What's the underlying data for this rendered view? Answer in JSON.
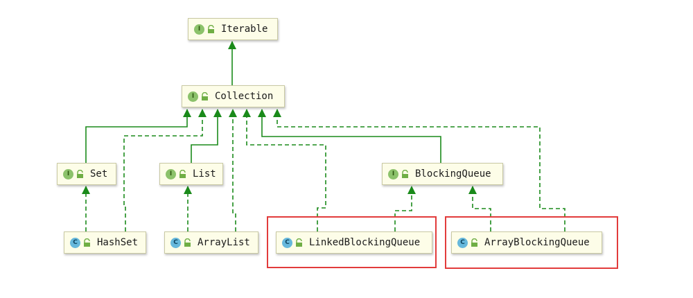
{
  "diagram": {
    "nodes": {
      "iterable": {
        "label": "Iterable",
        "kind": "I"
      },
      "collection": {
        "label": "Collection",
        "kind": "I"
      },
      "set": {
        "label": "Set",
        "kind": "I"
      },
      "list": {
        "label": "List",
        "kind": "I"
      },
      "blockingqueue": {
        "label": "BlockingQueue",
        "kind": "I"
      },
      "hashset": {
        "label": "HashSet",
        "kind": "C"
      },
      "arraylist": {
        "label": "ArrayList",
        "kind": "C"
      },
      "linkedblockingqueue": {
        "label": "LinkedBlockingQueue",
        "kind": "C"
      },
      "arrayblockingqueue": {
        "label": "ArrayBlockingQueue",
        "kind": "C"
      }
    },
    "edges": [
      {
        "from": "collection",
        "to": "iterable",
        "style": "extends"
      },
      {
        "from": "set",
        "to": "collection",
        "style": "extends"
      },
      {
        "from": "list",
        "to": "collection",
        "style": "extends"
      },
      {
        "from": "blockingqueue",
        "to": "collection",
        "style": "extends"
      },
      {
        "from": "hashset",
        "to": "set",
        "style": "implements"
      },
      {
        "from": "hashset",
        "to": "collection",
        "style": "implements"
      },
      {
        "from": "arraylist",
        "to": "list",
        "style": "implements"
      },
      {
        "from": "arraylist",
        "to": "collection",
        "style": "implements"
      },
      {
        "from": "linkedblockingqueue",
        "to": "collection",
        "style": "implements"
      },
      {
        "from": "linkedblockingqueue",
        "to": "blockingqueue",
        "style": "implements"
      },
      {
        "from": "arrayblockingqueue",
        "to": "blockingqueue",
        "style": "implements"
      },
      {
        "from": "arrayblockingqueue",
        "to": "collection",
        "style": "implements"
      }
    ],
    "highlighted": [
      "linkedblockingqueue",
      "arrayblockingqueue"
    ]
  },
  "colors": {
    "edge": "#1a8a1a",
    "node_fill": "#fdfde8",
    "node_border": "#c9c9a3",
    "interface_badge": "#8cc26b",
    "class_badge": "#66b8dc",
    "highlight": "#e23b3b"
  }
}
